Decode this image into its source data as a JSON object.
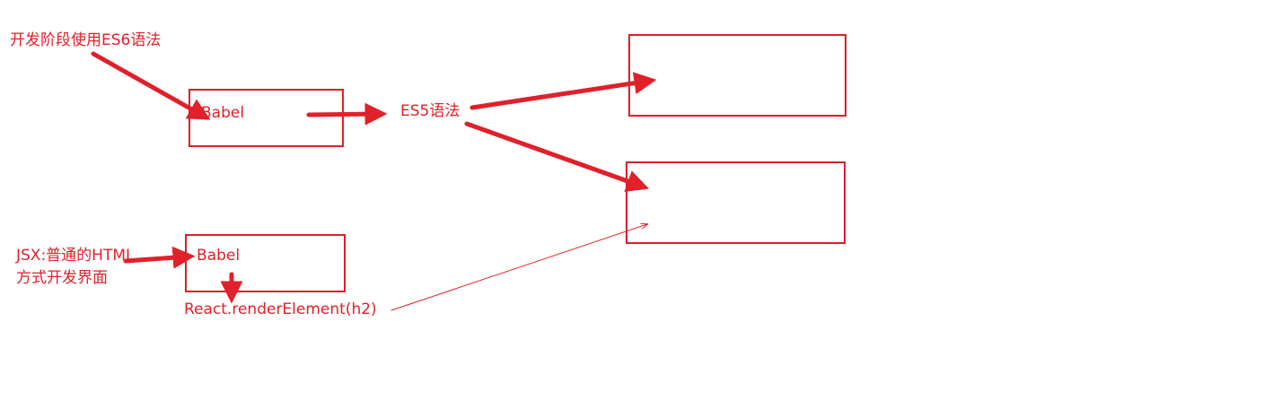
{
  "labels": {
    "dev_es6": "开发阶段使用ES6语法",
    "babel_top": "Babel",
    "es5": "ES5语法",
    "jsx_line1": "JSX:普通的HTML",
    "jsx_line2": "方式开发界面",
    "babel_bottom": "Babel",
    "react_render": "React.renderElement(h2)"
  },
  "colors": {
    "accent": "#e0202a"
  }
}
